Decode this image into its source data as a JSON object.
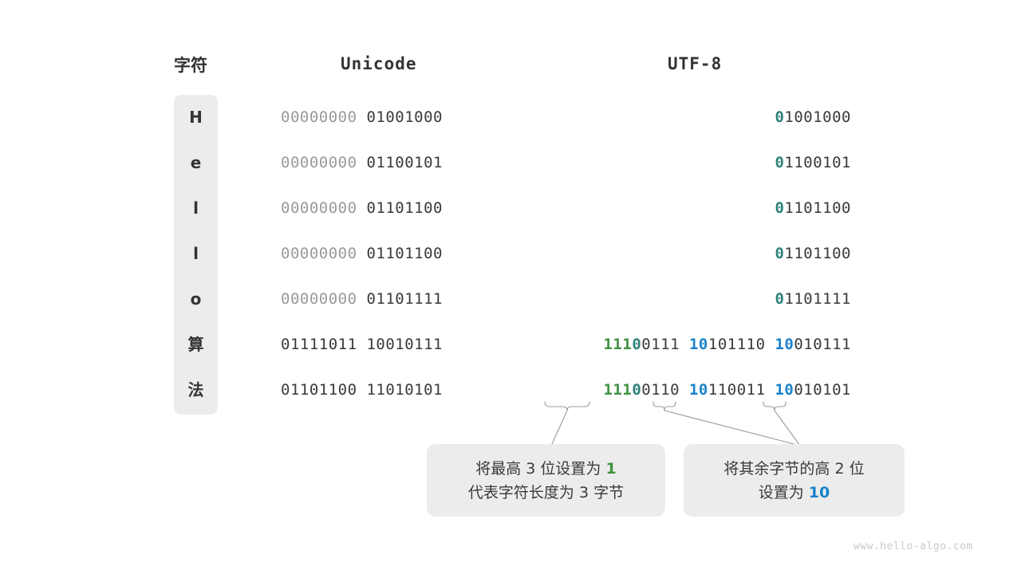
{
  "headers": {
    "char": "字符",
    "unicode": "Unicode",
    "utf8": "UTF-8"
  },
  "colors": {
    "prefix_green": "#3f9142",
    "prefix_teal": "#2d8279",
    "continuation_blue": "#1a82cc",
    "dim_gray": "#9a9a9a",
    "text_dark": "#3a3a3a",
    "plate_gray": "#ececec",
    "watermark_gray": "#c9c9c9"
  },
  "rows": [
    {
      "char": "H",
      "unicode_high": "00000000",
      "unicode_low": "01001000",
      "utf8_bytes": [
        {
          "green": "",
          "teal": "0",
          "rest": "1001000"
        }
      ]
    },
    {
      "char": "e",
      "unicode_high": "00000000",
      "unicode_low": "01100101",
      "utf8_bytes": [
        {
          "green": "",
          "teal": "0",
          "rest": "1100101"
        }
      ]
    },
    {
      "char": "l",
      "unicode_high": "00000000",
      "unicode_low": "01101100",
      "utf8_bytes": [
        {
          "green": "",
          "teal": "0",
          "rest": "1101100"
        }
      ]
    },
    {
      "char": "l",
      "unicode_high": "00000000",
      "unicode_low": "01101100",
      "utf8_bytes": [
        {
          "green": "",
          "teal": "0",
          "rest": "1101100"
        }
      ]
    },
    {
      "char": "o",
      "unicode_high": "00000000",
      "unicode_low": "01101111",
      "utf8_bytes": [
        {
          "green": "",
          "teal": "0",
          "rest": "1101111"
        }
      ]
    },
    {
      "char": "算",
      "unicode_high": "01111011",
      "unicode_low": "10010111",
      "utf8_bytes": [
        {
          "green": "111",
          "teal": "0",
          "rest": "0111"
        },
        {
          "blue": "10",
          "rest": "101110"
        },
        {
          "blue": "10",
          "rest": "010111"
        }
      ]
    },
    {
      "char": "法",
      "unicode_high": "01101100",
      "unicode_low": "11010101",
      "utf8_bytes": [
        {
          "green": "111",
          "teal": "0",
          "rest": "0110"
        },
        {
          "blue": "10",
          "rest": "110011"
        },
        {
          "blue": "10",
          "rest": "010101"
        }
      ]
    }
  ],
  "callouts": {
    "left": {
      "line1_prefix": "将最高 3 位设置为 ",
      "line1_highlight": "1",
      "line2": "代表字符长度为 3 字节"
    },
    "right": {
      "line1": "将其余字节的高 2 位",
      "line2_prefix": "设置为 ",
      "line2_highlight": "10"
    }
  },
  "watermark": "www.hello-algo.com"
}
